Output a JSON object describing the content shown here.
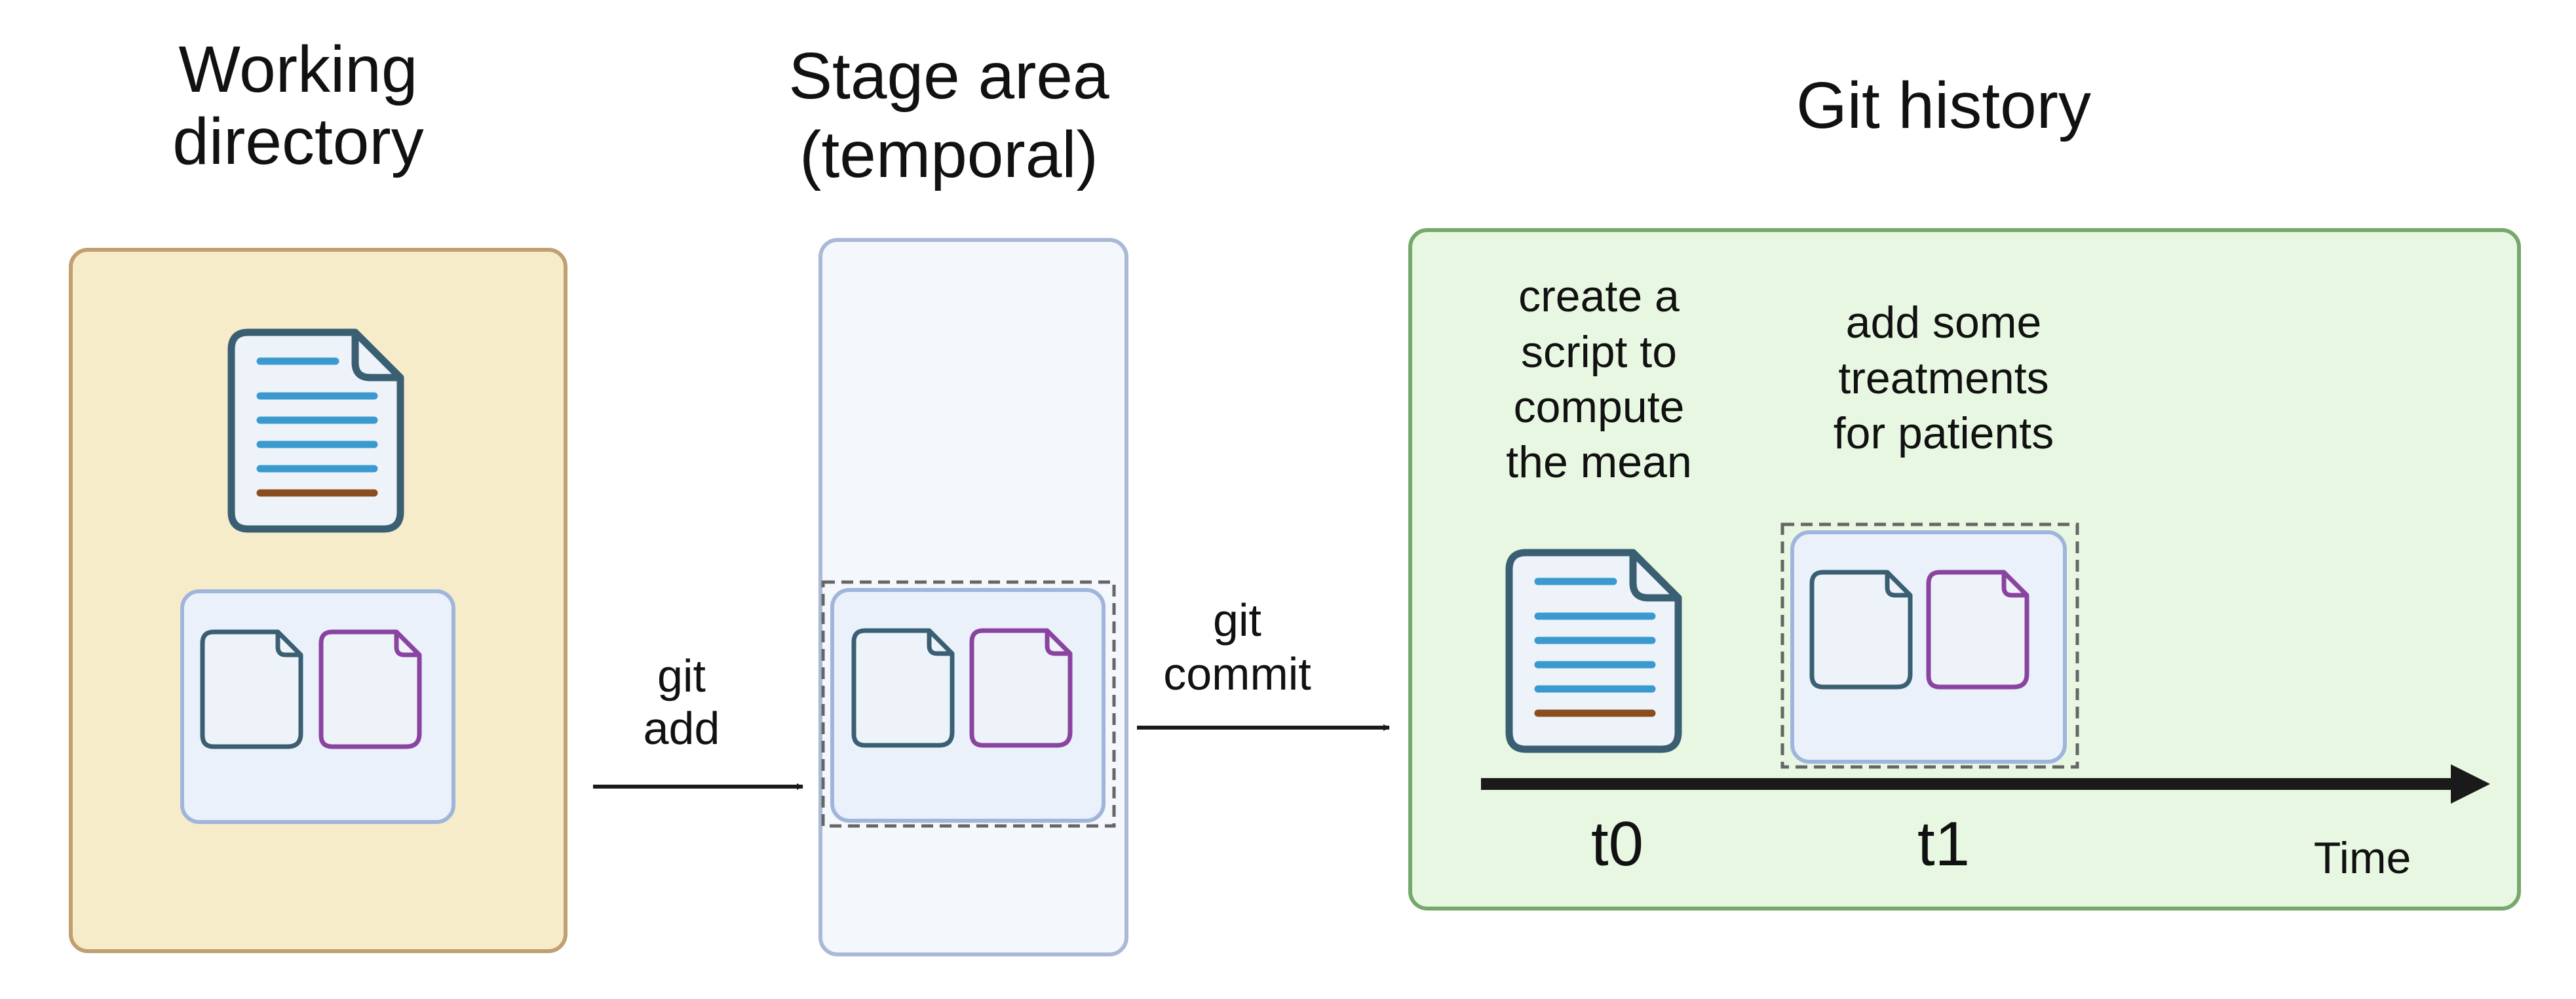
{
  "headings": {
    "working_directory": [
      "Working",
      "directory"
    ],
    "stage_area": [
      "Stage area",
      "(temporal)"
    ],
    "git_history": [
      "Git history"
    ]
  },
  "commands": {
    "git_add": [
      "git",
      "add"
    ],
    "git_commit": [
      "git",
      "commit"
    ]
  },
  "commits": [
    {
      "label": "t0",
      "message": [
        "create a",
        "script to",
        "compute",
        "the mean"
      ]
    },
    {
      "label": "t1",
      "message": [
        "add some",
        "treatments",
        "for patients"
      ]
    }
  ],
  "timeline": {
    "axis_label": "Time"
  },
  "colors": {
    "working_bg": "#f6ecca",
    "working_border": "#c0a070",
    "stage_bg": "#f4f7fc",
    "stage_border": "#a9b9d6",
    "history_bg": "#e8f7e2",
    "history_border": "#77a86b",
    "group_bg": "#eaf1fb",
    "group_border": "#9fb5db",
    "file_teal": "#3a5f73",
    "file_purple": "#8a44a0",
    "doc_line_blue": "#3a9ad0",
    "doc_line_brown": "#8b4d1e",
    "arrow": "#1a1a1a",
    "dashed": "#666666"
  },
  "icons": [
    "document-icon",
    "file-teal-icon",
    "file-purple-icon",
    "arrow-right-icon"
  ]
}
